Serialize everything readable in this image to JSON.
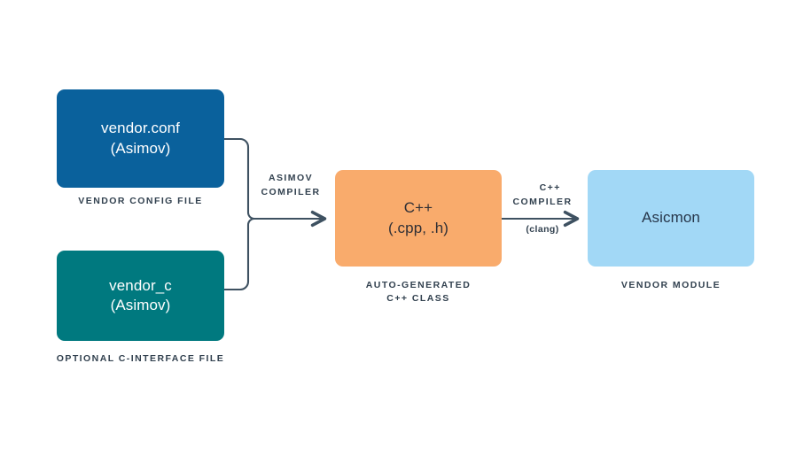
{
  "diagram": {
    "title": "Asimov compiler to vendor module flow",
    "background": "#ffffff",
    "connector_color": "#3e5161"
  },
  "nodes": [
    {
      "id": "vendor-conf",
      "text": "vendor.conf\n(Asimov)",
      "caption": "VENDOR CONFIG FILE",
      "fill": "#0a619c",
      "text_color": "#ffffff"
    },
    {
      "id": "vendor-c",
      "text": "vendor_c\n(Asimov)",
      "caption": "OPTIONAL C-INTERFACE FILE",
      "fill": "#00797f",
      "text_color": "#ffffff"
    },
    {
      "id": "cpp",
      "text": "C++\n(.cpp, .h)",
      "caption": "AUTO-GENERATED\nC++ CLASS",
      "fill": "#f9ab6c",
      "text_color": "#2f2f35"
    },
    {
      "id": "asicmon",
      "text": "Asicmon",
      "caption": "VENDOR MODULE",
      "fill": "#a2d8f6",
      "text_color": "#27364a"
    }
  ],
  "edges": [
    {
      "id": "asimov-compiler",
      "label": "ASIMOV\nCOMPILER",
      "from": [
        "vendor-conf",
        "vendor-c"
      ],
      "to": "cpp"
    },
    {
      "id": "cpp-compiler",
      "label": "C++\nCOMPILER",
      "sub_label": "(clang)",
      "from": "cpp",
      "to": "asicmon"
    }
  ]
}
